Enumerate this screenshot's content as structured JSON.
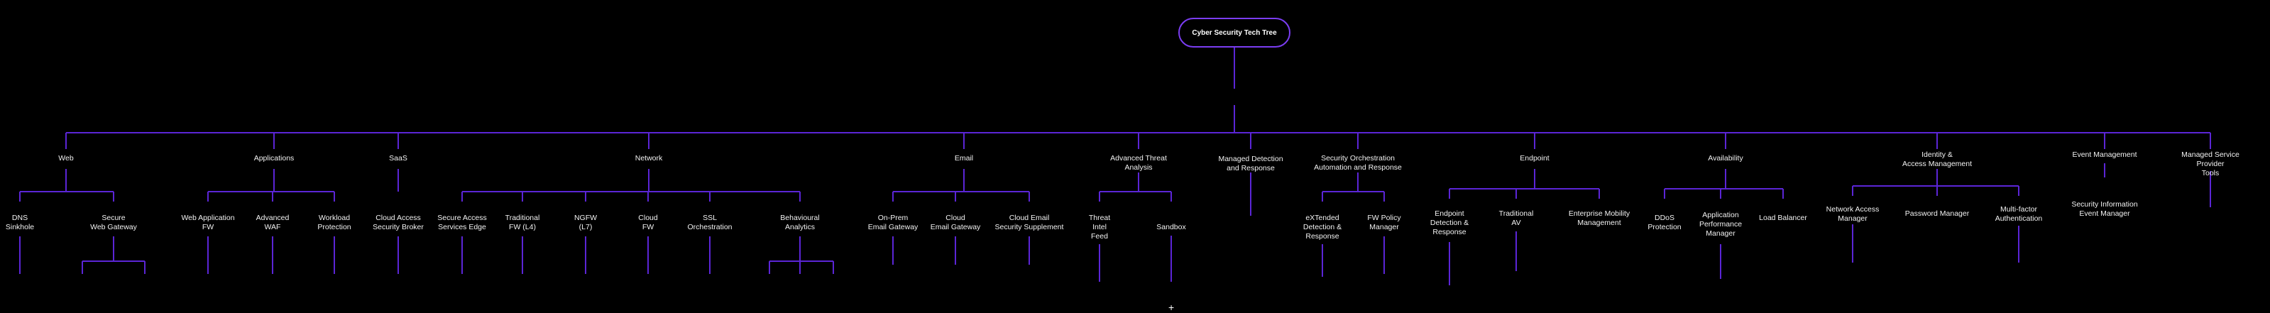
{
  "title": "Cyber Security Tech Tree",
  "categories": [
    {
      "label": "Web",
      "children": [
        {
          "label": "DNS\nSinkhole"
        },
        {
          "label": "Secure\nWeb Gateway"
        }
      ]
    },
    {
      "label": "Applications",
      "children": [
        {
          "label": "Web Application\nFW"
        },
        {
          "label": "Advanced\nWAF"
        },
        {
          "label": "Workload\nProtection"
        }
      ]
    },
    {
      "label": "SaaS",
      "children": [
        {
          "label": "Cloud Access\nSecurity Broker"
        }
      ]
    },
    {
      "label": "Network",
      "children": [
        {
          "label": "Secure Access\nServices Edge"
        },
        {
          "label": "Traditional\nFW (L4)"
        },
        {
          "label": "NGFW\n(L7)"
        },
        {
          "label": "Cloud\nFW"
        },
        {
          "label": "SSL\nOrchestration"
        },
        {
          "label": "Behavioural\nAnalytics"
        }
      ]
    },
    {
      "label": "Email",
      "children": [
        {
          "label": "On-Prem\nEmail Gateway"
        },
        {
          "label": "Cloud\nEmail Gateway"
        },
        {
          "label": "Cloud Email\nSecurity Supplement"
        }
      ]
    },
    {
      "label": "Advanced Threat\nAnalysis",
      "children": [
        {
          "label": "Threat\nIntel\nFeed"
        },
        {
          "label": "Sandbox"
        }
      ]
    },
    {
      "label": "Managed Detection\nand Response",
      "children": []
    },
    {
      "label": "Security Orchestration\nAutomation and Response",
      "children": [
        {
          "label": "eXTended\nDetection &\nResponse"
        },
        {
          "label": "FW Policy\nManager"
        }
      ]
    },
    {
      "label": "Endpoint",
      "children": [
        {
          "label": "Endpoint\nDetection &\nResponse"
        },
        {
          "label": "Traditional\nAV"
        },
        {
          "label": "Enterprise Mobility\nManagement"
        }
      ]
    },
    {
      "label": "Availability",
      "children": [
        {
          "label": "DDoS\nProtection"
        },
        {
          "label": "Application\nPerformance\nManager"
        },
        {
          "label": "Load Balancer"
        }
      ]
    },
    {
      "label": "Identity &\nAccess Management",
      "children": [
        {
          "label": "Network Access\nManager"
        },
        {
          "label": "Password Manager"
        },
        {
          "label": "Multi-factor\nAuthentication"
        }
      ]
    },
    {
      "label": "Event Management",
      "children": [
        {
          "label": "Security Information\nEvent Manager"
        }
      ]
    },
    {
      "label": "Managed Service Provider\nTools",
      "children": []
    }
  ],
  "colors": {
    "line": "#5b25d6",
    "border": "#7b3df2",
    "background": "#000000"
  }
}
